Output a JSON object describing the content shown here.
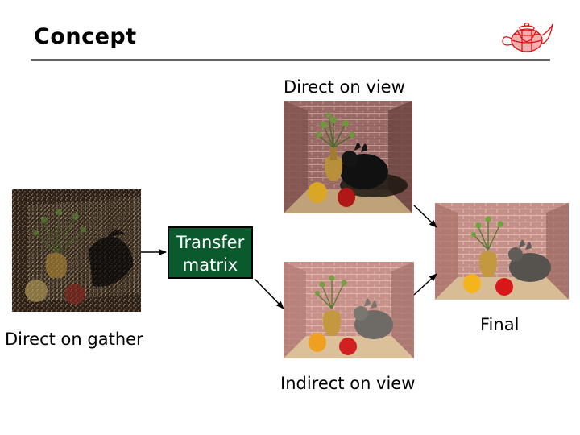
{
  "slide": {
    "title": "Concept"
  },
  "diagram": {
    "direct_on_view": "Direct on view",
    "direct_on_gather": "Direct on gather",
    "transfer_matrix_line1": "Transfer",
    "transfer_matrix_line2": "matrix",
    "indirect_on_view": "Indirect on view",
    "final": "Final"
  },
  "colors": {
    "rule": "#5f5f5f",
    "transfer_box": "#0b5a2e",
    "logo": "#e01010"
  },
  "icons": {
    "logo": "teapot-logo-icon"
  }
}
